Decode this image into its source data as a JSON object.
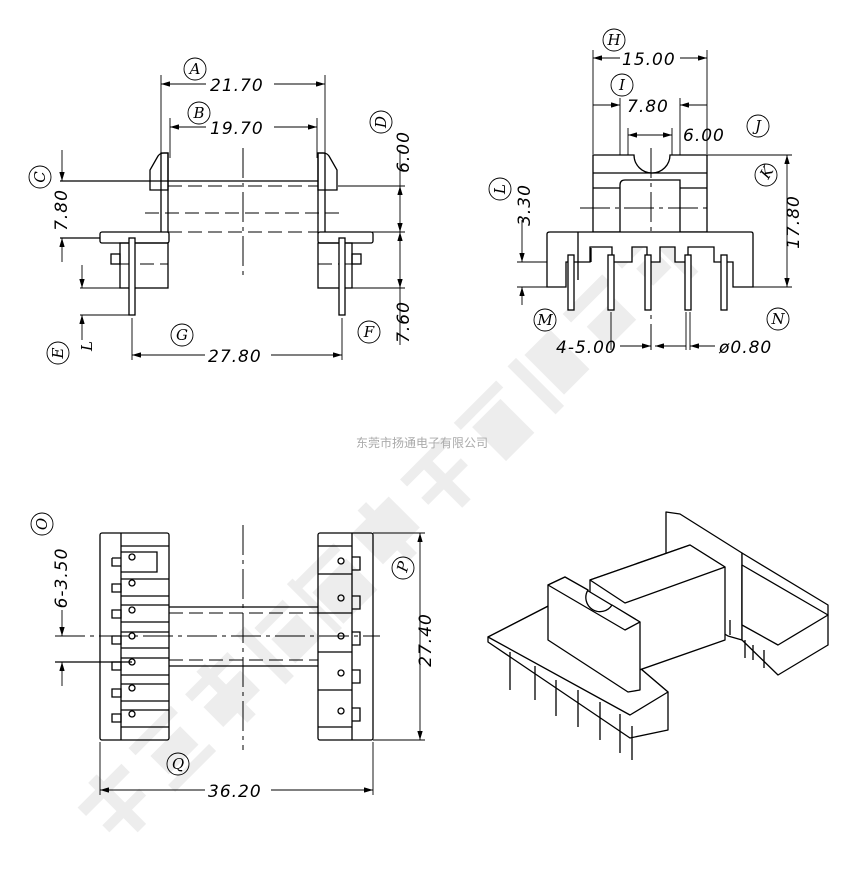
{
  "watermark": {
    "company": "东莞市扬通电子有限公司"
  },
  "top_left_view": {
    "labels": {
      "A": "A",
      "B": "B",
      "C": "C",
      "D": "D",
      "E": "E",
      "F": "F",
      "G": "G",
      "L": "L"
    },
    "dims": {
      "A": "21.70",
      "B": "19.70",
      "C": "7.80",
      "D": "6.00",
      "F": "7.60",
      "G": "27.80"
    }
  },
  "top_right_view": {
    "labels": {
      "H": "H",
      "I": "I",
      "J": "J",
      "K": "K",
      "L": "L",
      "M": "M",
      "N": "N"
    },
    "dims": {
      "H": "15.00",
      "I": "7.80",
      "J": "6.00",
      "K": "17.80",
      "L": "3.30",
      "M": "4-5.00",
      "N": "ø0.80"
    }
  },
  "bottom_left_view": {
    "labels": {
      "O": "O",
      "P": "P",
      "Q": "Q"
    },
    "dims": {
      "O": "6-3.50",
      "P": "27.40",
      "Q": "36.20"
    }
  }
}
